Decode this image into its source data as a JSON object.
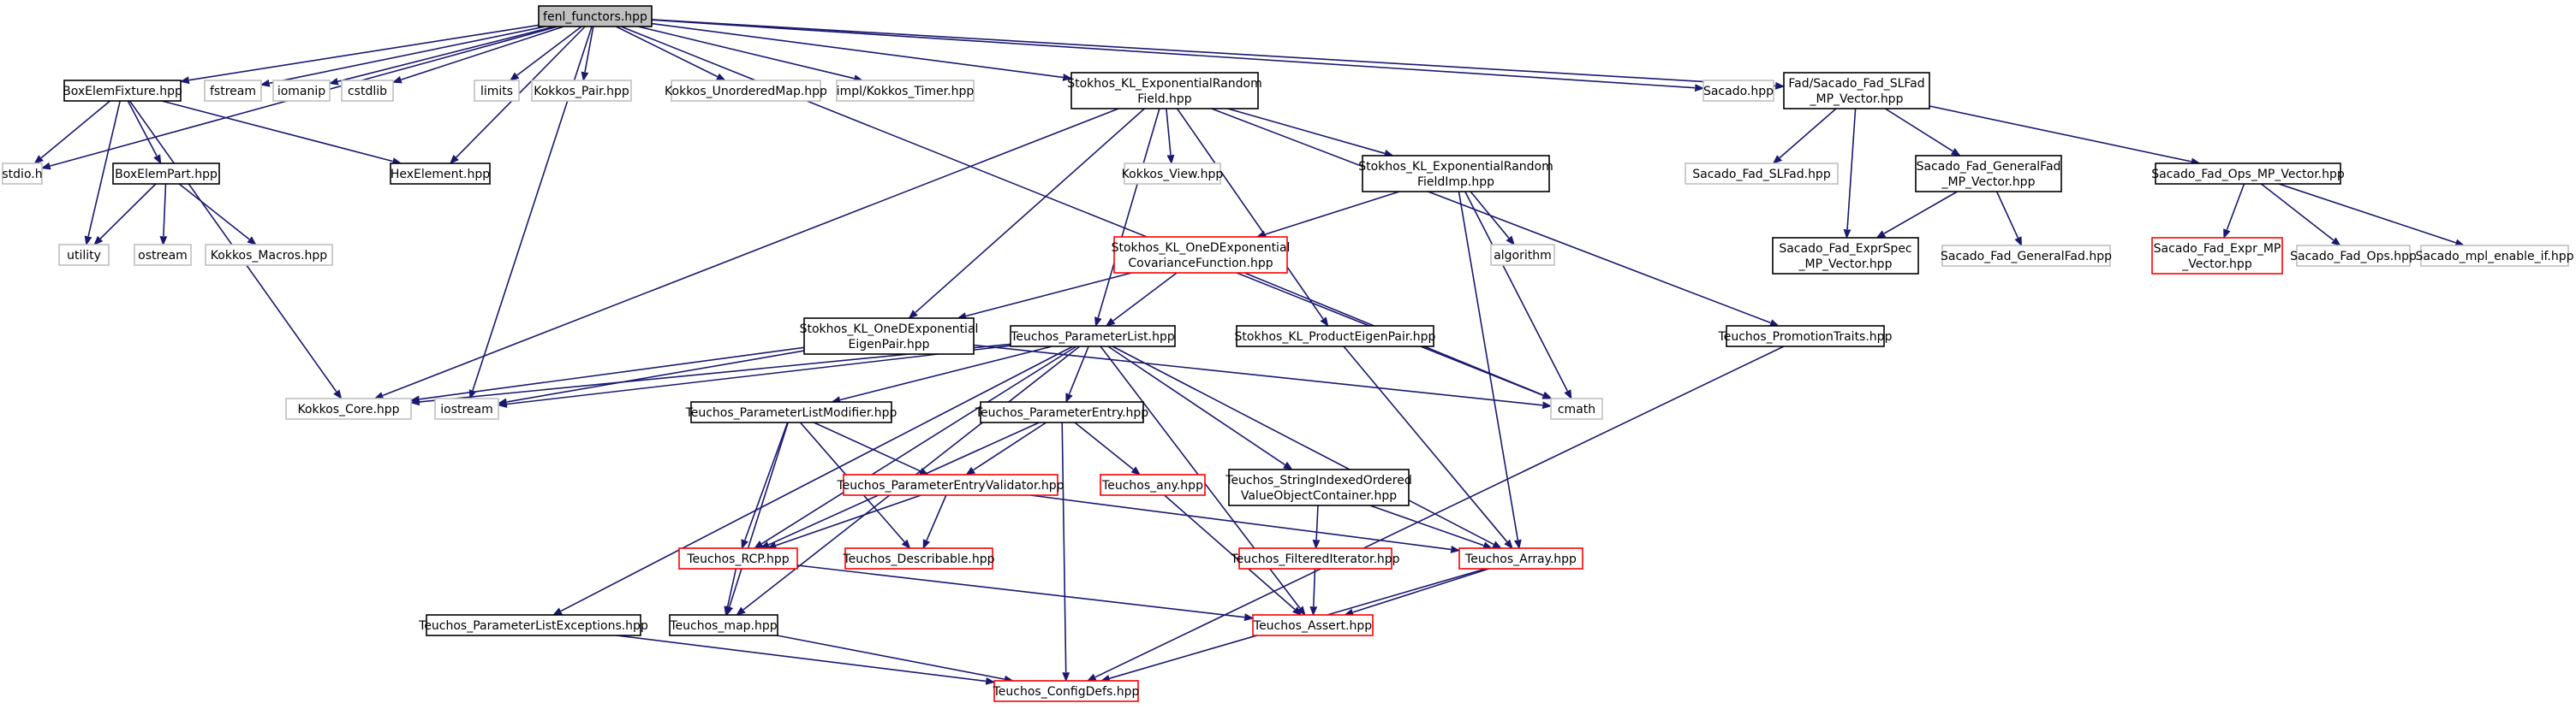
{
  "colors": {
    "edge": "#191970",
    "root_fill": "#bfbfbf",
    "border_documented": "#000000",
    "border_external": "#bfbfbf",
    "border_truncated": "#ff0000"
  },
  "nodes": [
    {
      "id": "root",
      "lines": [
        "fenl_functors.hpp"
      ],
      "style": "root"
    },
    {
      "id": "stdio",
      "lines": [
        "stdio.h"
      ],
      "style": "external"
    },
    {
      "id": "boxfix",
      "lines": [
        "BoxElemFixture.hpp"
      ],
      "style": "documented"
    },
    {
      "id": "fstream",
      "lines": [
        "fstream"
      ],
      "style": "external"
    },
    {
      "id": "iomanip",
      "lines": [
        "iomanip"
      ],
      "style": "external"
    },
    {
      "id": "cstdlib",
      "lines": [
        "cstdlib"
      ],
      "style": "external"
    },
    {
      "id": "limits",
      "lines": [
        "limits"
      ],
      "style": "external"
    },
    {
      "id": "kpair",
      "lines": [
        "Kokkos_Pair.hpp"
      ],
      "style": "external"
    },
    {
      "id": "kumap",
      "lines": [
        "Kokkos_UnorderedMap.hpp"
      ],
      "style": "external"
    },
    {
      "id": "ktimer",
      "lines": [
        "impl/Kokkos_Timer.hpp"
      ],
      "style": "external"
    },
    {
      "id": "klexp",
      "lines": [
        "Stokhos_KL_ExponentialRandom",
        "Field.hpp"
      ],
      "style": "documented"
    },
    {
      "id": "sacado",
      "lines": [
        "Sacado.hpp"
      ],
      "style": "external"
    },
    {
      "id": "slfadmp",
      "lines": [
        "Fad/Sacado_Fad_SLFad",
        "_MP_Vector.hpp"
      ],
      "style": "documented"
    },
    {
      "id": "hexel",
      "lines": [
        "HexElement.hpp"
      ],
      "style": "documented"
    },
    {
      "id": "boxpart",
      "lines": [
        "BoxElemPart.hpp"
      ],
      "style": "documented"
    },
    {
      "id": "utility",
      "lines": [
        "utility"
      ],
      "style": "external"
    },
    {
      "id": "ostream",
      "lines": [
        "ostream"
      ],
      "style": "external"
    },
    {
      "id": "kmacros",
      "lines": [
        "Kokkos_Macros.hpp"
      ],
      "style": "external"
    },
    {
      "id": "kview",
      "lines": [
        "Kokkos_View.hpp"
      ],
      "style": "external"
    },
    {
      "id": "klimp",
      "lines": [
        "Stokhos_KL_ExponentialRandom",
        "FieldImp.hpp"
      ],
      "style": "documented"
    },
    {
      "id": "slfad",
      "lines": [
        "Sacado_Fad_SLFad.hpp"
      ],
      "style": "external"
    },
    {
      "id": "genfadmp",
      "lines": [
        "Sacado_Fad_GeneralFad",
        "_MP_Vector.hpp"
      ],
      "style": "documented"
    },
    {
      "id": "opsmp",
      "lines": [
        "Sacado_Fad_Ops_MP_Vector.hpp"
      ],
      "style": "documented"
    },
    {
      "id": "exprspec",
      "lines": [
        "Sacado_Fad_ExprSpec",
        "_MP_Vector.hpp"
      ],
      "style": "documented"
    },
    {
      "id": "genfad",
      "lines": [
        "Sacado_Fad_GeneralFad.hpp"
      ],
      "style": "external"
    },
    {
      "id": "exprmp",
      "lines": [
        "Sacado_Fad_Expr_MP",
        "_Vector.hpp"
      ],
      "style": "truncated"
    },
    {
      "id": "fadops",
      "lines": [
        "Sacado_Fad_Ops.hpp"
      ],
      "style": "external"
    },
    {
      "id": "mplif",
      "lines": [
        "Sacado_mpl_enable_if.hpp"
      ],
      "style": "external"
    },
    {
      "id": "odcov",
      "lines": [
        "Stokhos_KL_OneDExponential",
        "CovarianceFunction.hpp"
      ],
      "style": "truncated"
    },
    {
      "id": "algorithm",
      "lines": [
        "algorithm"
      ],
      "style": "external"
    },
    {
      "id": "odeig",
      "lines": [
        "Stokhos_KL_OneDExponential",
        "EigenPair.hpp"
      ],
      "style": "documented"
    },
    {
      "id": "plist",
      "lines": [
        "Teuchos_ParameterList.hpp"
      ],
      "style": "documented"
    },
    {
      "id": "prodeig",
      "lines": [
        "Stokhos_KL_ProductEigenPair.hpp"
      ],
      "style": "documented"
    },
    {
      "id": "promo",
      "lines": [
        "Teuchos_PromotionTraits.hpp"
      ],
      "style": "documented"
    },
    {
      "id": "kcore",
      "lines": [
        "Kokkos_Core.hpp"
      ],
      "style": "external"
    },
    {
      "id": "iostream",
      "lines": [
        "iostream"
      ],
      "style": "external"
    },
    {
      "id": "cmath",
      "lines": [
        "cmath"
      ],
      "style": "external"
    },
    {
      "id": "plmod",
      "lines": [
        "Teuchos_ParameterListModifier.hpp"
      ],
      "style": "documented"
    },
    {
      "id": "pentry",
      "lines": [
        "Teuchos_ParameterEntry.hpp"
      ],
      "style": "documented"
    },
    {
      "id": "sivoc",
      "lines": [
        "Teuchos_StringIndexedOrdered",
        "ValueObjectContainer.hpp"
      ],
      "style": "documented"
    },
    {
      "id": "pev",
      "lines": [
        "Teuchos_ParameterEntryValidator.hpp"
      ],
      "style": "truncated"
    },
    {
      "id": "tany",
      "lines": [
        "Teuchos_any.hpp"
      ],
      "style": "truncated"
    },
    {
      "id": "rcp",
      "lines": [
        "Teuchos_RCP.hpp"
      ],
      "style": "truncated"
    },
    {
      "id": "describ",
      "lines": [
        "Teuchos_Describable.hpp"
      ],
      "style": "truncated"
    },
    {
      "id": "filtit",
      "lines": [
        "Teuchos_FilteredIterator.hpp"
      ],
      "style": "truncated"
    },
    {
      "id": "tarray",
      "lines": [
        "Teuchos_Array.hpp"
      ],
      "style": "truncated"
    },
    {
      "id": "plexc",
      "lines": [
        "Teuchos_ParameterListExceptions.hpp"
      ],
      "style": "documented"
    },
    {
      "id": "tmap",
      "lines": [
        "Teuchos_map.hpp"
      ],
      "style": "documented"
    },
    {
      "id": "tassert",
      "lines": [
        "Teuchos_Assert.hpp"
      ],
      "style": "truncated"
    },
    {
      "id": "tconfig",
      "lines": [
        "Teuchos_ConfigDefs.hpp"
      ],
      "style": "truncated"
    }
  ],
  "edges": [
    [
      "root",
      "stdio"
    ],
    [
      "root",
      "boxfix"
    ],
    [
      "root",
      "fstream"
    ],
    [
      "root",
      "iomanip"
    ],
    [
      "root",
      "cstdlib"
    ],
    [
      "root",
      "limits"
    ],
    [
      "root",
      "kpair"
    ],
    [
      "root",
      "kumap"
    ],
    [
      "root",
      "ktimer"
    ],
    [
      "root",
      "klexp"
    ],
    [
      "root",
      "sacado"
    ],
    [
      "root",
      "slfadmp"
    ],
    [
      "root",
      "hexel"
    ],
    [
      "root",
      "iostream"
    ],
    [
      "root",
      "cmath"
    ],
    [
      "boxfix",
      "stdio"
    ],
    [
      "boxfix",
      "utility"
    ],
    [
      "boxfix",
      "boxpart"
    ],
    [
      "boxfix",
      "hexel"
    ],
    [
      "boxfix",
      "kcore"
    ],
    [
      "boxpart",
      "utility"
    ],
    [
      "boxpart",
      "ostream"
    ],
    [
      "boxpart",
      "kmacros"
    ],
    [
      "klexp",
      "kview"
    ],
    [
      "klexp",
      "klimp"
    ],
    [
      "klexp",
      "promo"
    ],
    [
      "klexp",
      "kcore"
    ],
    [
      "klexp",
      "odeig"
    ],
    [
      "klexp",
      "plist"
    ],
    [
      "klexp",
      "prodeig"
    ],
    [
      "klimp",
      "odcov"
    ],
    [
      "klimp",
      "algorithm"
    ],
    [
      "klimp",
      "cmath"
    ],
    [
      "klimp",
      "tarray"
    ],
    [
      "slfadmp",
      "slfad"
    ],
    [
      "slfadmp",
      "genfadmp"
    ],
    [
      "slfadmp",
      "opsmp"
    ],
    [
      "slfadmp",
      "exprspec"
    ],
    [
      "genfadmp",
      "exprspec"
    ],
    [
      "genfadmp",
      "genfad"
    ],
    [
      "opsmp",
      "exprmp"
    ],
    [
      "opsmp",
      "fadops"
    ],
    [
      "opsmp",
      "mplif"
    ],
    [
      "odcov",
      "odeig"
    ],
    [
      "odcov",
      "plist"
    ],
    [
      "odcov",
      "cmath"
    ],
    [
      "odeig",
      "kcore"
    ],
    [
      "odeig",
      "iostream"
    ],
    [
      "odeig",
      "cmath"
    ],
    [
      "prodeig",
      "tarray"
    ],
    [
      "plist",
      "kcore"
    ],
    [
      "plist",
      "iostream"
    ],
    [
      "plist",
      "plmod"
    ],
    [
      "plist",
      "pentry"
    ],
    [
      "plist",
      "sivoc"
    ],
    [
      "plist",
      "rcp"
    ],
    [
      "plist",
      "tmap"
    ],
    [
      "plist",
      "plexc"
    ],
    [
      "plist",
      "tarray"
    ],
    [
      "plist",
      "tassert"
    ],
    [
      "plmod",
      "pev"
    ],
    [
      "plmod",
      "rcp"
    ],
    [
      "plmod",
      "describ"
    ],
    [
      "plmod",
      "tmap"
    ],
    [
      "pentry",
      "pev"
    ],
    [
      "pentry",
      "tany"
    ],
    [
      "pentry",
      "rcp"
    ],
    [
      "pentry",
      "tconfig"
    ],
    [
      "pev",
      "rcp"
    ],
    [
      "pev",
      "describ"
    ],
    [
      "pev",
      "tarray"
    ],
    [
      "tany",
      "tassert"
    ],
    [
      "sivoc",
      "filtit"
    ],
    [
      "sivoc",
      "tarray"
    ],
    [
      "filtit",
      "tassert"
    ],
    [
      "rcp",
      "tmap"
    ],
    [
      "rcp",
      "tassert"
    ],
    [
      "tarray",
      "tassert"
    ],
    [
      "tarray",
      "tconfig"
    ],
    [
      "tmap",
      "tconfig"
    ],
    [
      "plexc",
      "tconfig"
    ],
    [
      "promo",
      "tconfig"
    ]
  ]
}
